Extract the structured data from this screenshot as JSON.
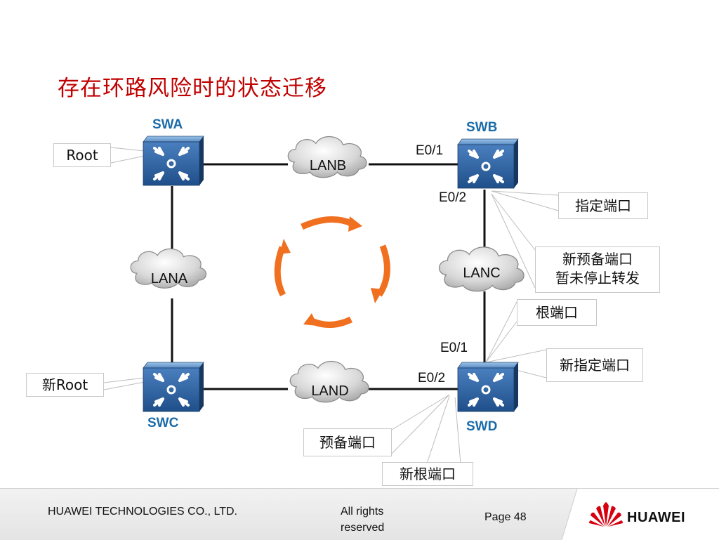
{
  "title": "存在环路风险时的状态迁移",
  "switches": {
    "swa": "SWA",
    "swb": "SWB",
    "swc": "SWC",
    "swd": "SWD"
  },
  "clouds": {
    "lana": "LANA",
    "lanb": "LANB",
    "lanc": "LANC",
    "land": "LAND"
  },
  "ports": {
    "swb_e01": "E0/1",
    "swb_e02": "E0/2",
    "swd_e01": "E0/1",
    "swd_e02": "E0/2"
  },
  "callouts": {
    "root": "Root",
    "new_root": "新Root",
    "designated_port": "指定端口",
    "new_alternate_line1": "新预备端口",
    "new_alternate_line2": "暂未停止转发",
    "root_port": "根端口",
    "new_designated_port": "新指定端口",
    "alternate_port": "预备端口",
    "new_root_port": "新根端口"
  },
  "footer": {
    "company": "HUAWEI TECHNOLOGIES CO., LTD.",
    "rights": "All rights reserved",
    "page": "Page 48",
    "brand": "HUAWEI"
  },
  "colors": {
    "title": "#c00000",
    "switch_label": "#1a6ba8",
    "loop_arrows": "#f07020",
    "switch_body": "#2e5f9a"
  },
  "icons": [
    "switch-icon",
    "cloud-icon",
    "loop-arrow-icon",
    "huawei-logo-icon"
  ]
}
